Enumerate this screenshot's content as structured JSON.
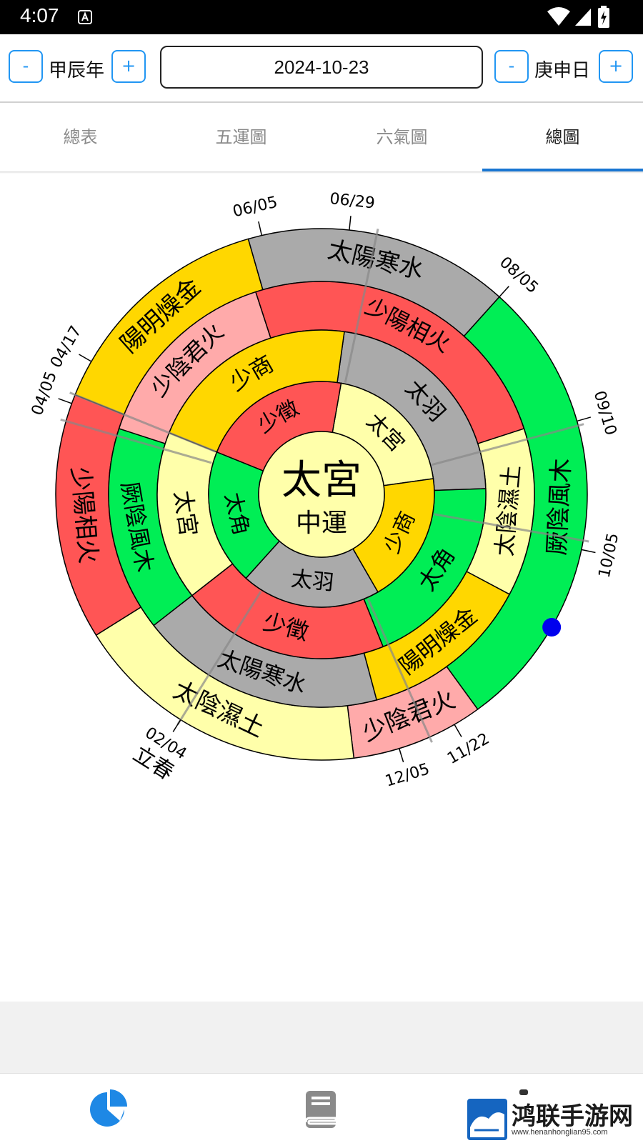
{
  "status_bar": {
    "time": "4:07",
    "notification_icon": "a-icon",
    "icons": [
      "wifi-icon",
      "signal-icon",
      "battery-icon"
    ]
  },
  "controls": {
    "year_minus": "-",
    "year_label": "甲辰年",
    "year_plus": "+",
    "date_value": "2024-10-23",
    "day_minus": "-",
    "day_label": "庚申日",
    "day_plus": "+"
  },
  "tabs": [
    {
      "label": "總表",
      "active": false
    },
    {
      "label": "五運圖",
      "active": false
    },
    {
      "label": "六氣圖",
      "active": false
    },
    {
      "label": "總圖",
      "active": true
    }
  ],
  "colors": {
    "accent": "#2196f3",
    "tab_indicator": "#1976d2",
    "yellow": "#ffd700",
    "gray": "#aaaaaa",
    "red": "#ff5555",
    "green": "#00ee55",
    "light_yellow": "#ffffaa",
    "pink": "#ffaaaa",
    "marker": "#0000ee"
  },
  "wheel": {
    "center_main": "太宮",
    "center_sub": "中運",
    "ring1": [
      {
        "label": "太宮",
        "color": "#ffffaa"
      },
      {
        "label": "少商",
        "color": "#ffd700"
      },
      {
        "label": "太羽",
        "color": "#aaaaaa"
      },
      {
        "label": "太角",
        "color": "#00ee55"
      },
      {
        "label": "少徵",
        "color": "#ff5555"
      }
    ],
    "ring2": [
      {
        "label": "太羽",
        "color": "#aaaaaa"
      },
      {
        "label": "太角",
        "color": "#00ee55"
      },
      {
        "label": "少徵",
        "color": "#ff5555"
      },
      {
        "label": "太宮",
        "color": "#ffffaa"
      },
      {
        "label": "少商",
        "color": "#ffd700"
      }
    ],
    "ring3": [
      {
        "label": "太陰濕土",
        "color": "#ffffaa"
      },
      {
        "label": "陽明燥金",
        "color": "#ffd700"
      },
      {
        "label": "太陽寒水",
        "color": "#aaaaaa"
      },
      {
        "label": "厥陰風木",
        "color": "#00ee55"
      },
      {
        "label": "少陰君火",
        "color": "#ffaaaa"
      },
      {
        "label": "少陽相火",
        "color": "#ff5555"
      }
    ],
    "ring4": [
      {
        "label": "厥陰風木",
        "color": "#00ee55"
      },
      {
        "label": "少陰君火",
        "color": "#ffaaaa"
      },
      {
        "label": "太陰濕土",
        "color": "#ffffaa"
      },
      {
        "label": "少陽相火",
        "color": "#ff5555"
      },
      {
        "label": "陽明燥金",
        "color": "#ffd700"
      },
      {
        "label": "太陽寒水",
        "color": "#aaaaaa"
      }
    ],
    "date_marks": [
      "06/29",
      "08/05",
      "09/10",
      "10/05",
      "11/22",
      "12/05",
      "02/04",
      "04/05",
      "04/17",
      "06/05"
    ],
    "term_label": "立春",
    "current_date_marker": "10/23"
  },
  "nav": {
    "items": [
      "pie-chart-icon",
      "book-icon",
      "more-icon"
    ]
  },
  "watermark": {
    "title": "鸿联手游网",
    "url": "www.henanhonglian95.com"
  }
}
